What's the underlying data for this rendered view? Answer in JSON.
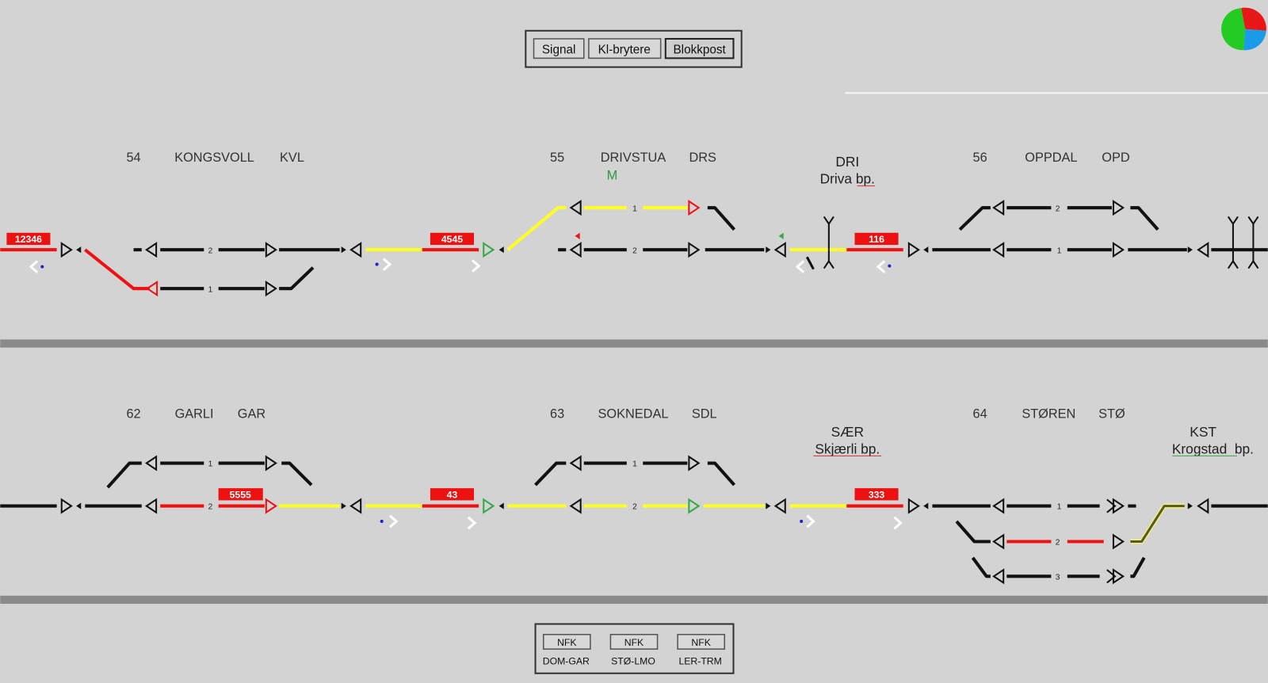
{
  "toolbar": {
    "buttons": [
      "Signal",
      "Kl-brytere",
      "Blokkpost"
    ],
    "active": "Blokkpost"
  },
  "status_icon": "tricolor-pie-icon",
  "rows": [
    {
      "stations": [
        {
          "number": "54",
          "name": "KONGSVOLL",
          "code": "KVL"
        },
        {
          "number": "55",
          "name": "DRIVSTUA",
          "code": "DRS",
          "mode": "M"
        },
        {
          "number": "56",
          "name": "OPPDAL",
          "code": "OPD"
        }
      ],
      "block_posts": [
        {
          "code": "DRI",
          "name": "Driva bp."
        }
      ],
      "trains": [
        "12346",
        "4545",
        "116"
      ]
    },
    {
      "stations": [
        {
          "number": "62",
          "name": "GARLI",
          "code": "GAR"
        },
        {
          "number": "63",
          "name": "SOKNEDAL",
          "code": "SDL"
        },
        {
          "number": "64",
          "name": "STØREN",
          "code": "STØ"
        }
      ],
      "block_posts": [
        {
          "code": "SÆR",
          "name": "Skjærli bp."
        },
        {
          "code": "KST",
          "name": "Krogstad  bp."
        }
      ],
      "trains": [
        "5555",
        "43",
        "333"
      ]
    }
  ],
  "track_numbers": [
    "1",
    "2",
    "1",
    "2",
    "1",
    "2",
    "2",
    "1",
    "2",
    "1",
    "1",
    "2",
    "3"
  ],
  "bottom_panel": {
    "buttons": [
      {
        "label": "NFK",
        "caption": "DOM-GAR"
      },
      {
        "label": "NFK",
        "caption": "STØ-LMO"
      },
      {
        "label": "NFK",
        "caption": "LER-TRM"
      }
    ]
  },
  "colors": {
    "occupied": "#ee1111",
    "route_set": "#ffff22",
    "free": "#111111",
    "signal_clear": "#33aa44",
    "background": "#d3d3d3"
  }
}
